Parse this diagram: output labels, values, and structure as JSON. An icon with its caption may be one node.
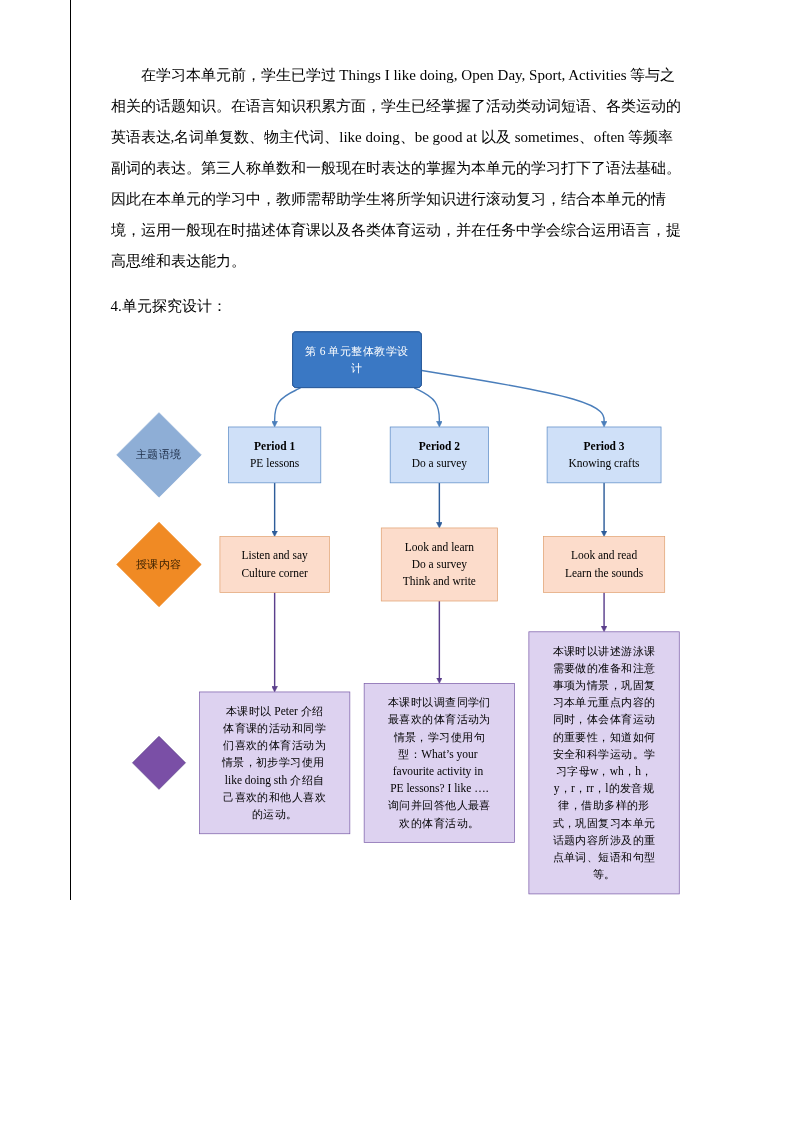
{
  "diagram": {
    "nodes": [
      {
        "text": [
          "第 6 单元整体教学设计"
        ]
      },
      {
        "text": [
          "主题语境"
        ]
      },
      {
        "text": [
          "Period 1",
          "PE lessons"
        ]
      },
      {
        "text": [
          "Period 2",
          "Do a survey"
        ]
      },
      {
        "text": [
          "Period 3",
          "Knowing crafts"
        ]
      },
      {
        "text": [
          "授课内容"
        ]
      },
      {
        "text": [
          "Listen and say",
          "Culture corner"
        ]
      },
      {
        "text": [
          "Look and learn",
          "Do a survey",
          "Think and write"
        ]
      },
      {
        "text": [
          "Look and read",
          "Learn the sounds"
        ]
      },
      {
        "text": [],
        "shape": "diamond"
      },
      {
        "text": [
          "本课时以 Peter 介绍体育课的活动和同学们喜欢的体育活动为情景，初步学习使用 like doing sth 介绍自己喜欢的和他人喜欢的运动。"
        ]
      },
      {
        "text": [
          "本课时以调查同学们最喜欢的体育活动为情景，学习使用句型：What’s your favourite activity in PE lessons? I like ….询问并回答他人最喜欢的体育活动。"
        ]
      },
      {
        "text": [
          "本课时以讲述游泳课需要做的准备和注意事项为情景，巩固复习本单元重点内容的同时，体会体育运动的重要性，知道如何安全和科学运动。学习字母w，wh，h，y，r，rr，l的发音规律，借助多样的形式，巩固复习本单元话题内容所涉及的重点单词、短语和句型等。"
        ]
      }
    ],
    "edges": [
      {
        "from": 0,
        "to": 2,
        "arrow": "to",
        "color": "#4a7ebb"
      },
      {
        "from": 0,
        "to": 3,
        "arrow": "to",
        "color": "#4a7ebb"
      },
      {
        "from": 0,
        "to": 4,
        "arrow": "to",
        "color": "#4a7ebb"
      },
      {
        "from": 2,
        "to": 6,
        "arrow": "to",
        "color": "#2e5d9a"
      },
      {
        "from": 3,
        "to": 7,
        "arrow": "to",
        "color": "#2e5d9a"
      },
      {
        "from": 4,
        "to": 8,
        "arrow": "to",
        "color": "#2e5d9a"
      },
      {
        "from": 6,
        "to": 10,
        "arrow": "to",
        "color": "#5b3f8c"
      },
      {
        "from": 7,
        "to": 11,
        "arrow": "to",
        "color": "#5b3f8c"
      },
      {
        "from": 8,
        "to": 12,
        "arrow": "to",
        "color": "#5b3f8c"
      }
    ],
    "labels": [
      "在学习本单元前，学生已学过 Things I like doing, Open Day, Sport, Activities 等与之相关的话题知识。在语言知识积累方面，学生已经掌握了活动类动词短语、各类运动的英语表达,名词单复数、物主代词、like doing、be good at 以及 sometimes、often 等频率副词的表达。第三人称单数和一般现在时表达的掌握为本单元的学习打下了语法基础。因此在本单元的学习中，教师需帮助学生将所学知识进行滚动复习，结合本单元的情境，运用一般现在时描述体育课以及各类体育运动，并在任务中学会综合运用语言，提高思维和表达能力。",
      "4.单元探究设计："
    ]
  }
}
